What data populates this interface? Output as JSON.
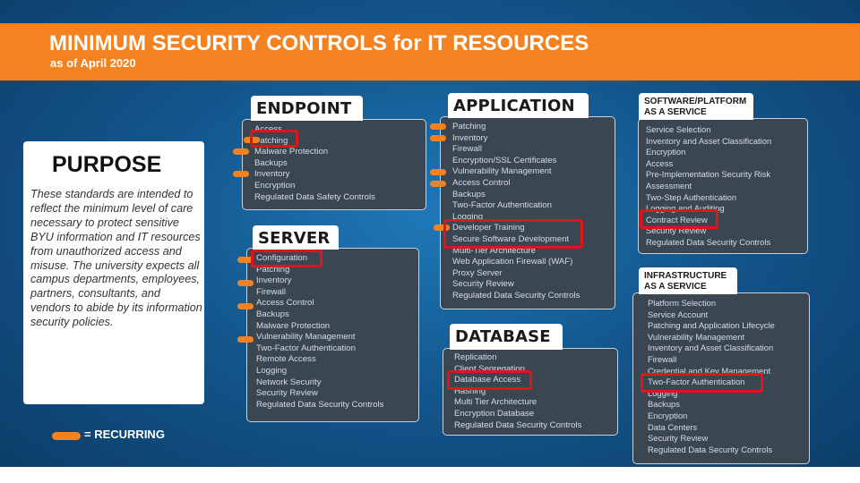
{
  "header": {
    "title": "MINIMUM SECURITY CONTROLS for IT RESOURCES",
    "subtitle": "as of April 2020"
  },
  "purpose": {
    "heading": "PURPOSE",
    "text": "These standards are intended to reflect the minimum level of care necessary to protect sensitive BYU information and IT resources from unauthorized access and misuse. The university expects all campus departments, employees, partners, consultants, and vendors to abide by its information security policies."
  },
  "legend": {
    "label": "= RECURRING"
  },
  "colors": {
    "accent": "#f58220",
    "highlight": "#e1141c",
    "background": "#13578e",
    "card": "#3a4652"
  },
  "cards": {
    "endpoint": {
      "title": "ENDPOINT",
      "items": [
        "Access",
        "Patching",
        "Malware Protection",
        "Backups",
        "Inventory",
        "Encryption",
        "Regulated Data Safety Controls"
      ],
      "recurring": [
        1,
        2,
        4
      ],
      "highlighted": [
        1
      ]
    },
    "server": {
      "title": "SERVER",
      "items": [
        "Configuration",
        "Patching",
        "Inventory",
        "Firewall",
        "Access Control",
        "Backups",
        "Malware Protection",
        "Vulnerability Management",
        "Two-Factor Authentication",
        "Remote Access",
        "Logging",
        "Network Security",
        "Security Review",
        "Regulated Data Security Controls"
      ],
      "recurring": [
        0,
        2,
        4,
        7
      ],
      "highlighted": [
        0
      ]
    },
    "application": {
      "title": "APPLICATION",
      "items": [
        "Patching",
        "Inventory",
        "Firewall",
        "Encryption/SSL Certificates",
        "Vulnerability Management",
        "Access Control",
        "Backups",
        "Two-Factor Authentication",
        "Logging",
        "Developer Training",
        "Secure Software Development",
        "Multi-Tier Architecture",
        "Web Application Firewall (WAF)",
        "Proxy Server",
        "Security Review",
        "Regulated Data Security Controls"
      ],
      "recurring": [
        0,
        1,
        4,
        5,
        9
      ],
      "highlighted": [
        9,
        10
      ]
    },
    "database": {
      "title": "DATABASE",
      "items": [
        "Replication",
        "Client Segregation",
        "Database Access",
        "Hashing",
        "Multi Tier Architecture",
        "Encryption Database",
        "Regulated Data Security Controls"
      ],
      "recurring": [],
      "highlighted": [
        2
      ]
    },
    "saas": {
      "title_line1": "SOFTWARE/PLATFORM",
      "title_line2": "AS A SERVICE",
      "items": [
        "Service Selection",
        "Inventory and Asset Classification",
        "Encryption",
        "Access",
        "Pre-Implementation Security Risk",
        "    Assessment",
        "Two-Step Authentication",
        "Logging and Auditing",
        "Contract Review",
        "Security Review",
        "Regulated Data Security Controls"
      ],
      "recurring": [],
      "highlighted": [
        8
      ]
    },
    "iaas": {
      "title_line1": "INFRASTRUCTURE",
      "title_line2": "AS A SERVICE",
      "items": [
        "Platform Selection",
        "Service Account",
        "Patching and Application Lifecycle",
        "Vulnerability Management",
        "Inventory and Asset Classification",
        "Firewall",
        "Credential and Key Management",
        "Two-Factor Authentication",
        "Logging",
        "Backups",
        "Encryption",
        "Data Centers",
        "Security Review",
        "Regulated Data Security Controls"
      ],
      "recurring": [],
      "highlighted": [
        7
      ]
    }
  }
}
